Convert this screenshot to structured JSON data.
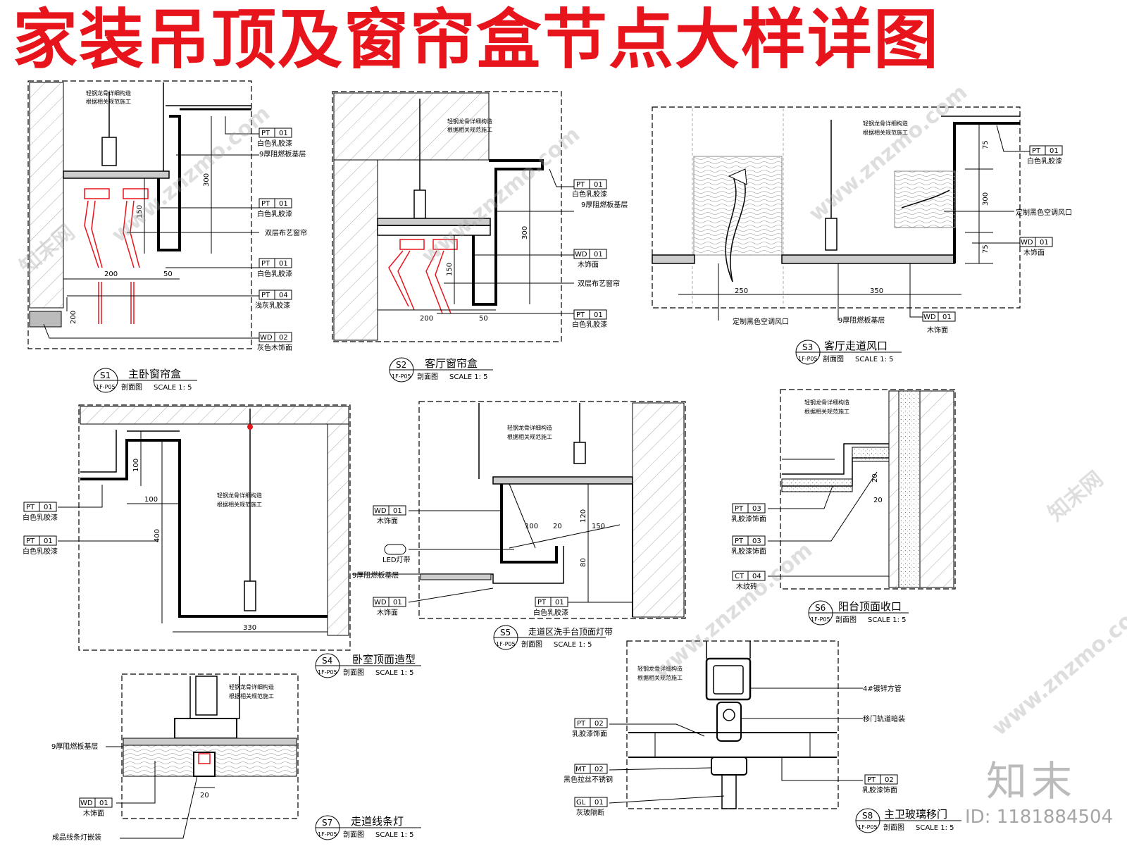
{
  "title": "家装吊顶及窗帘盒节点大样详图",
  "watermark": {
    "site": "www.znzmo.com",
    "brand": "知末网",
    "logo": "知末",
    "id": "ID: 1181884504"
  },
  "note": [
    "轻钢龙骨详细构造",
    "根据相关规范施工"
  ],
  "tags": {
    "pt01": {
      "code": "PT",
      "num": "01",
      "desc": "白色乳胶漆"
    },
    "pt02": {
      "code": "PT",
      "num": "02",
      "desc": "乳胶漆饰面"
    },
    "pt03": {
      "code": "PT",
      "num": "03",
      "desc": "乳胶漆饰面"
    },
    "pt04": {
      "code": "PT",
      "num": "04",
      "desc": "浅灰乳胶漆"
    },
    "wd01": {
      "code": "WD",
      "num": "01",
      "desc": "木饰面"
    },
    "wd02": {
      "code": "WD",
      "num": "02",
      "desc": "灰色木饰面"
    },
    "ct04": {
      "code": "CT",
      "num": "04",
      "desc": "木纹砖"
    },
    "mt02": {
      "code": "MT",
      "num": "02",
      "desc": "黑色拉丝不锈钢"
    },
    "gl01": {
      "code": "GL",
      "num": "01",
      "desc": "灰玻隔断"
    }
  },
  "labels": {
    "board9": "9厚阻燃板基层",
    "curtain": "双层布艺窗帘",
    "vent": "定制黑色空调风口",
    "led": "LED灯带",
    "linelamp": "成品线条灯嵌装",
    "tube": "4#镀锌方管",
    "track": "移门轨道暗装"
  },
  "dims": {
    "s1": [
      "300",
      "150",
      "200",
      "50",
      "200"
    ],
    "s2": [
      "300",
      "150",
      "200",
      "50"
    ],
    "s3": [
      "75",
      "300",
      "75",
      "250",
      "350"
    ],
    "s4": [
      "100",
      "100",
      "400",
      "330"
    ],
    "s5": [
      "100",
      "20",
      "150",
      "120",
      "80"
    ],
    "s6": [
      "20",
      "20"
    ],
    "s7": [
      "20"
    ]
  },
  "details": [
    {
      "id": "S1",
      "sheet": "1F-P05",
      "name": "主卧窗帘盒",
      "type": "剖面图",
      "scale": "SCALE  1: 5"
    },
    {
      "id": "S2",
      "sheet": "1F-P05",
      "name": "客厅窗帘盒",
      "type": "剖面图",
      "scale": "SCALE  1: 5"
    },
    {
      "id": "S3",
      "sheet": "1F-P05",
      "name": "客厅走道风口",
      "type": "剖面图",
      "scale": "SCALE  1: 5"
    },
    {
      "id": "S4",
      "sheet": "1F-P05",
      "name": "卧室顶面造型",
      "type": "剖面图",
      "scale": "SCALE  1: 5"
    },
    {
      "id": "S5",
      "sheet": "1F-P05",
      "name": "走道区洗手台顶面灯带",
      "type": "剖面图",
      "scale": "SCALE  1: 5"
    },
    {
      "id": "S6",
      "sheet": "1F-P05",
      "name": "阳台顶面收口",
      "type": "剖面图",
      "scale": "SCALE  1: 5"
    },
    {
      "id": "S7",
      "sheet": "1F-P05",
      "name": "走道线条灯",
      "type": "剖面图",
      "scale": "SCALE  1: 5"
    },
    {
      "id": "S8",
      "sheet": "1F-P05",
      "name": "主卫玻璃移门",
      "type": "剖面图",
      "scale": "SCALE  1: 5"
    }
  ],
  "colors": {
    "title": "#e8141c",
    "curtain": "#e8141c",
    "line": "#000000"
  }
}
